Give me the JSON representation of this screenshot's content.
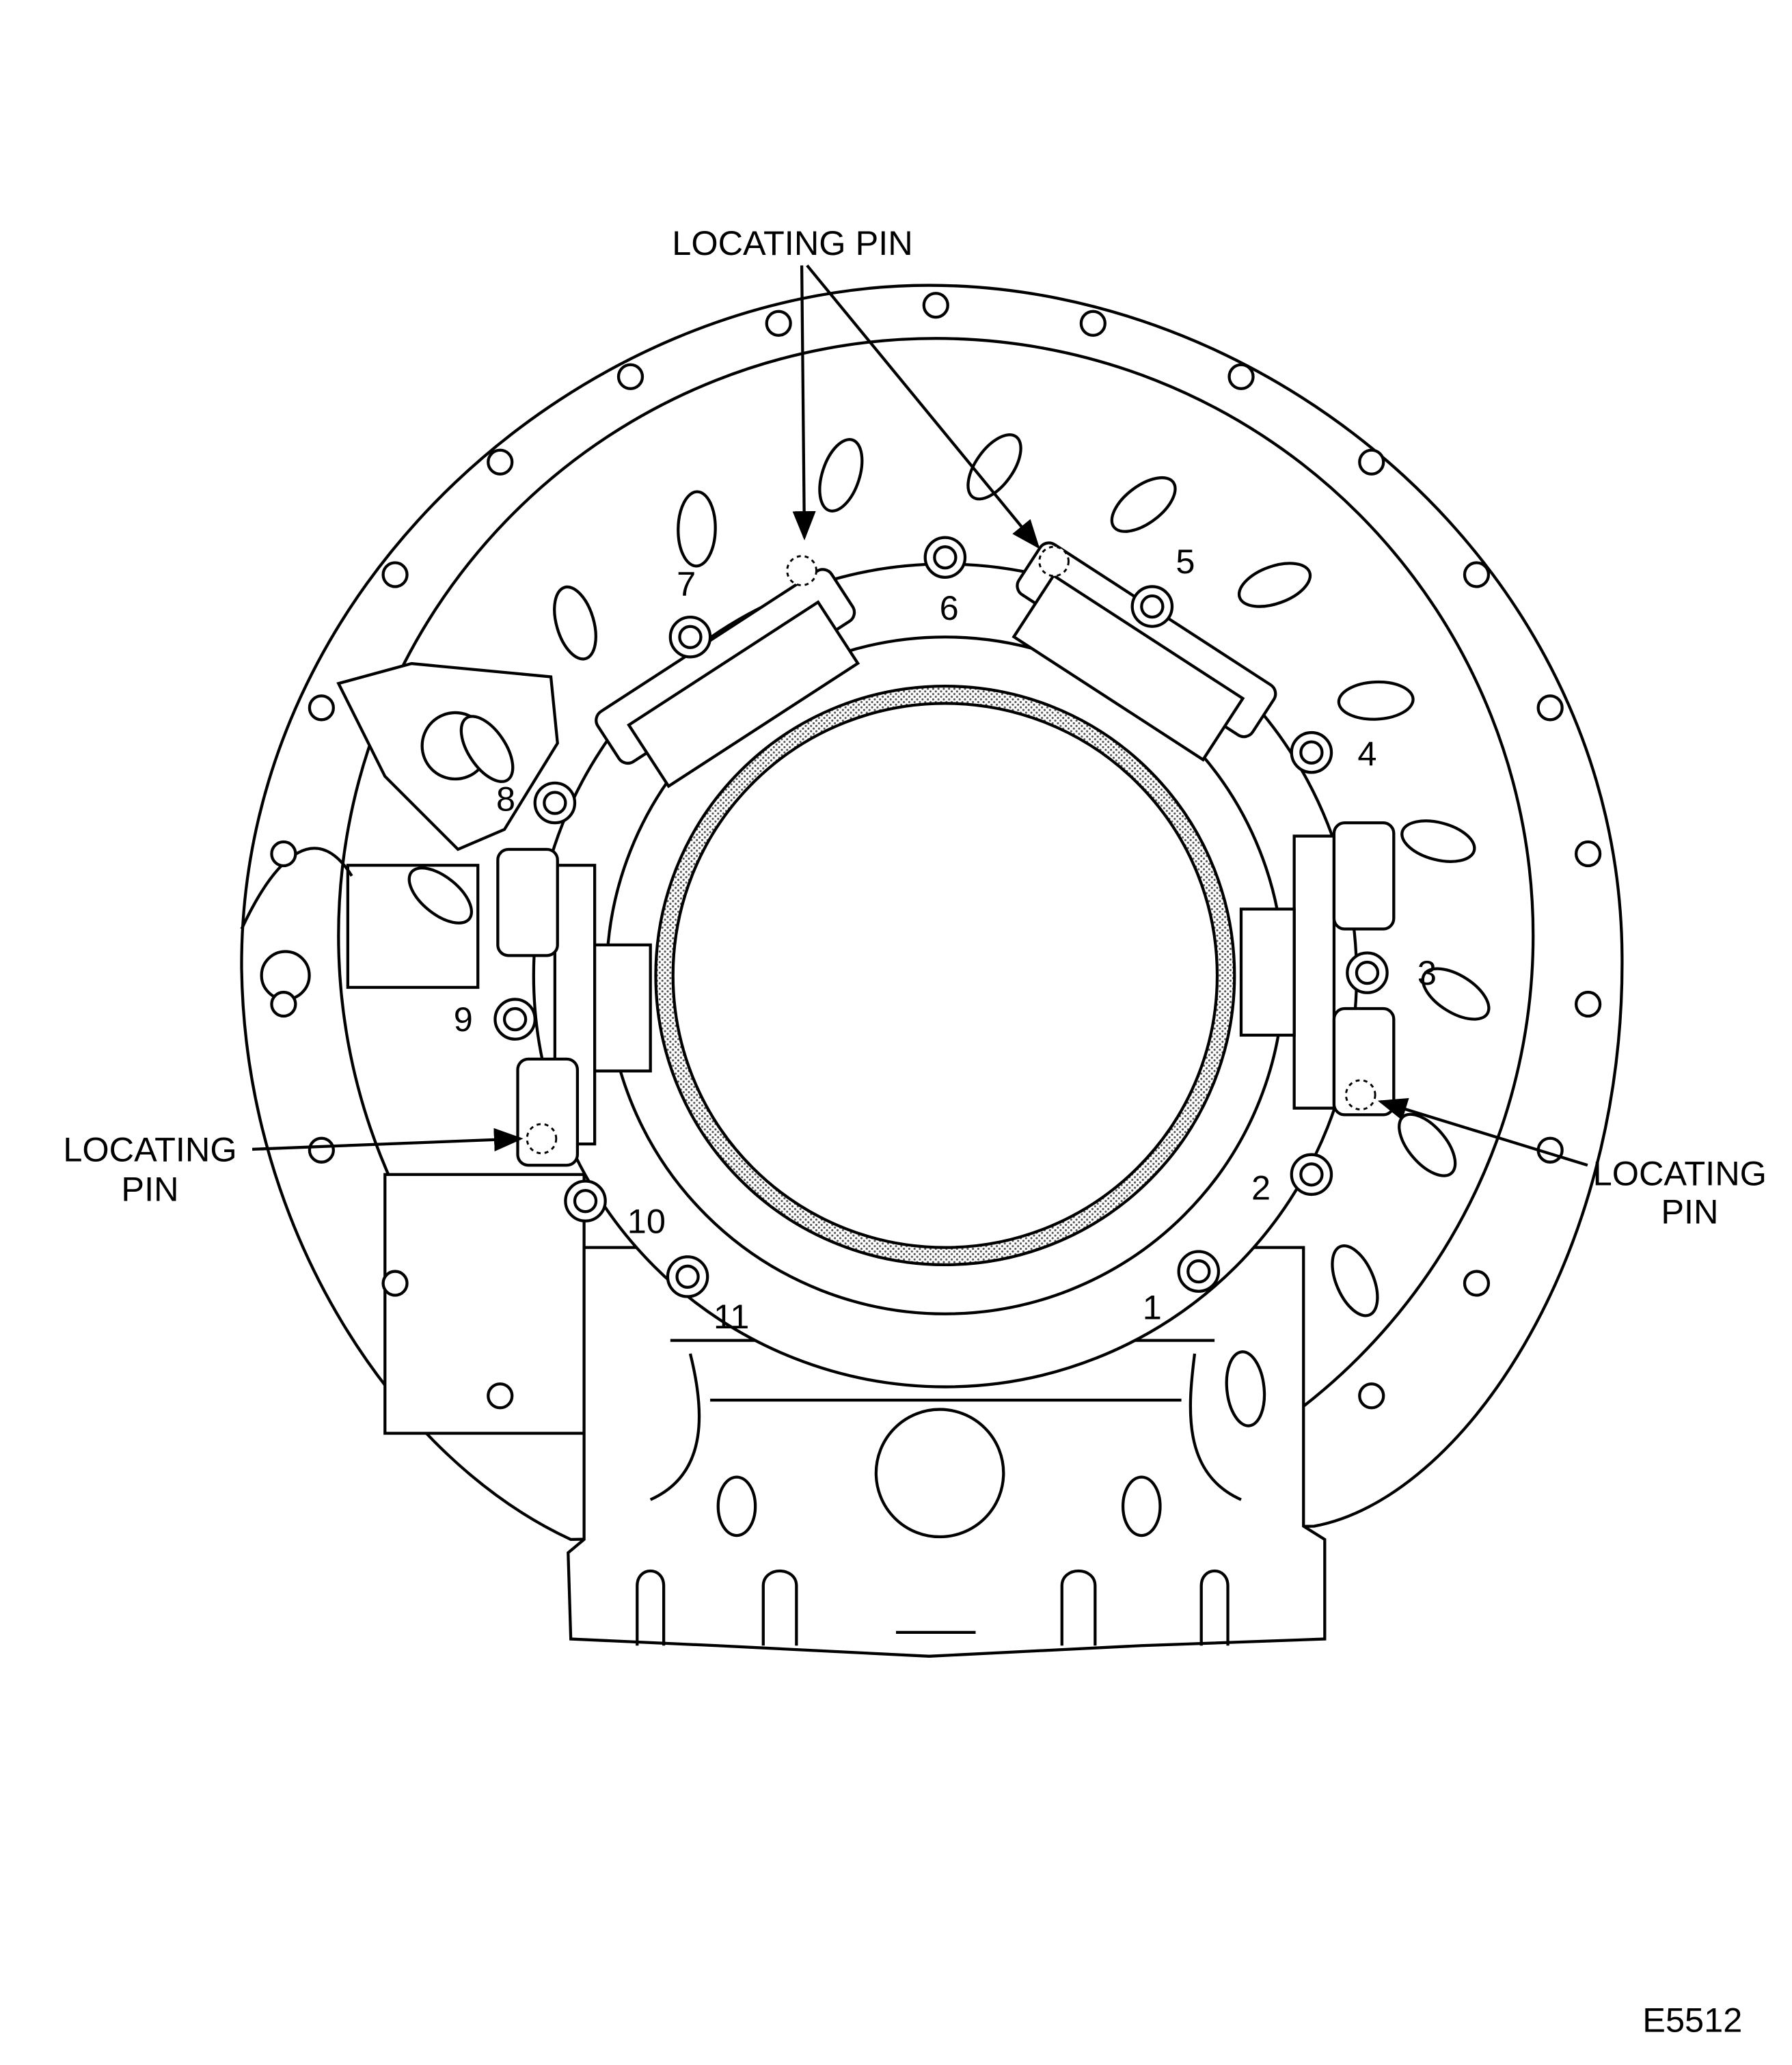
{
  "figure_id": "E5512",
  "callouts": {
    "top": "LOCATING PIN",
    "left_line1": "LOCATING",
    "left_line2": "PIN",
    "right_line1": "LOCATING",
    "right_line2": "PIN"
  },
  "bolt_numbers": [
    "1",
    "2",
    "3",
    "4",
    "5",
    "6",
    "7",
    "8",
    "9",
    "10",
    "11"
  ]
}
